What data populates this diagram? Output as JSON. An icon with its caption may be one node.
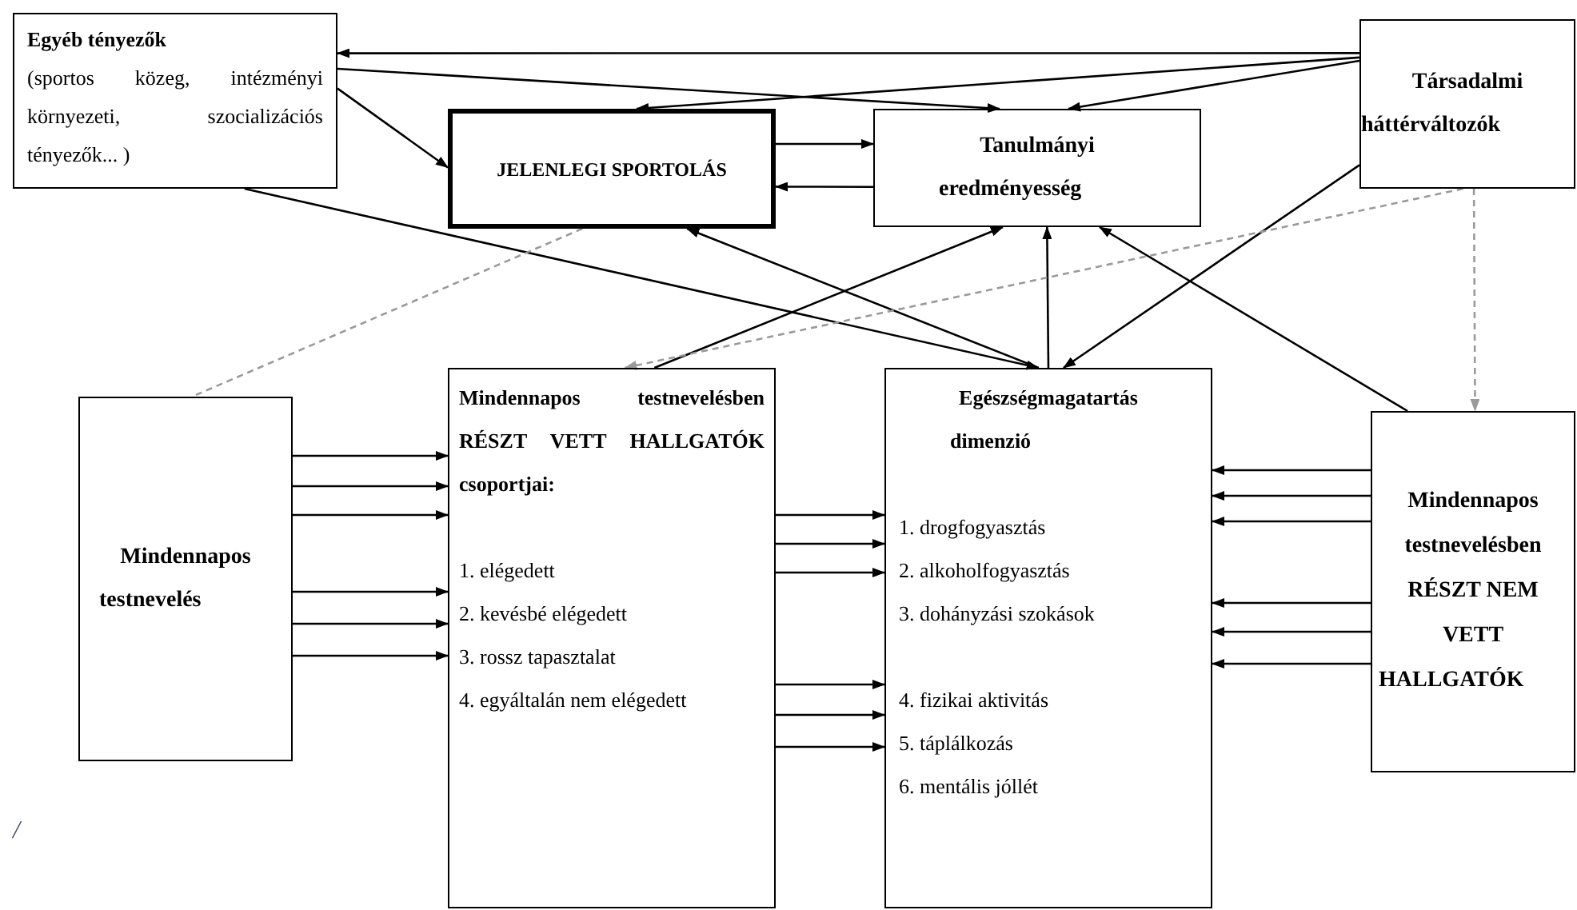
{
  "diagram": {
    "nodes": [
      {
        "text": [
          "Egyéb tényezők",
          "(sportos közeg, intézményi környezeti, szocializációs tényezők... )"
        ]
      },
      {
        "text": [
          "JELENLEGI SPORTOLÁS"
        ]
      },
      {
        "text": [
          "Tanulmányi eredményesség"
        ]
      },
      {
        "text": [
          "Társadalmi háttérváltozók"
        ]
      },
      {
        "text": [
          "Mindennapos testnevelés"
        ]
      },
      {
        "text": [
          "Mindennapos testnevelésben RÉSZT VETT HALLGATÓK csoportjai:",
          "1. elégedett",
          "2. kevésbé elégedett",
          "3. rossz tapasztalat",
          "4. egyáltalán nem elégedett"
        ]
      },
      {
        "text": [
          "Egészségmagatartás dimenzió",
          "1. drogfogyasztás",
          "2. alkoholfogyasztás",
          "3. dohányzási szokások",
          "4. fizikai aktivitás",
          "5. táplálkozás",
          "6. mentális jóllét"
        ]
      },
      {
        "text": [
          "Mindennapos testnevelésben RÉSZT NEM VETT HALLGATÓK"
        ]
      }
    ],
    "edges": [
      {
        "from": 3,
        "to": 0,
        "arrow": "to"
      },
      {
        "from": 3,
        "to": 1,
        "arrow": "to"
      },
      {
        "from": 3,
        "to": 2,
        "arrow": "to"
      },
      {
        "from": 0,
        "to": 2,
        "arrow": "to"
      },
      {
        "from": 0,
        "to": 1,
        "arrow": "to"
      },
      {
        "from": 1,
        "to": 2,
        "arrow": "to"
      },
      {
        "from": 2,
        "to": 1,
        "arrow": "to"
      },
      {
        "from": 0,
        "to": 6,
        "arrow": "to"
      },
      {
        "from": 6,
        "to": 1,
        "arrow": "to"
      },
      {
        "from": 6,
        "to": 2,
        "arrow": "to"
      },
      {
        "from": 5,
        "to": 2,
        "arrow": "to"
      },
      {
        "from": 3,
        "to": 6,
        "arrow": "to"
      },
      {
        "from": 7,
        "to": 2,
        "arrow": "to"
      },
      {
        "from": 3,
        "to": 5,
        "arrow": "to",
        "style": "dashed",
        "color": "#9a9a9a"
      },
      {
        "from": 1,
        "to": 4,
        "arrow": "none",
        "style": "dashed",
        "color": "#9a9a9a"
      },
      {
        "from": 3,
        "to": 7,
        "arrow": "to",
        "style": "dashed",
        "color": "#9a9a9a"
      },
      {
        "from": 4,
        "to": 5,
        "arrow": "to"
      },
      {
        "from": 4,
        "to": 5,
        "arrow": "to"
      },
      {
        "from": 4,
        "to": 5,
        "arrow": "to"
      },
      {
        "from": 4,
        "to": 5,
        "arrow": "to"
      },
      {
        "from": 4,
        "to": 5,
        "arrow": "to"
      },
      {
        "from": 4,
        "to": 5,
        "arrow": "to"
      },
      {
        "from": 5,
        "to": 6,
        "arrow": "to"
      },
      {
        "from": 5,
        "to": 6,
        "arrow": "to"
      },
      {
        "from": 5,
        "to": 6,
        "arrow": "to"
      },
      {
        "from": 5,
        "to": 6,
        "arrow": "to"
      },
      {
        "from": 5,
        "to": 6,
        "arrow": "to"
      },
      {
        "from": 5,
        "to": 6,
        "arrow": "to"
      },
      {
        "from": 7,
        "to": 6,
        "arrow": "to"
      },
      {
        "from": 7,
        "to": 6,
        "arrow": "to"
      },
      {
        "from": 7,
        "to": 6,
        "arrow": "to"
      },
      {
        "from": 7,
        "to": 6,
        "arrow": "to"
      },
      {
        "from": 7,
        "to": 6,
        "arrow": "to"
      },
      {
        "from": 7,
        "to": 6,
        "arrow": "to"
      }
    ],
    "labels": [
      "/"
    ]
  }
}
